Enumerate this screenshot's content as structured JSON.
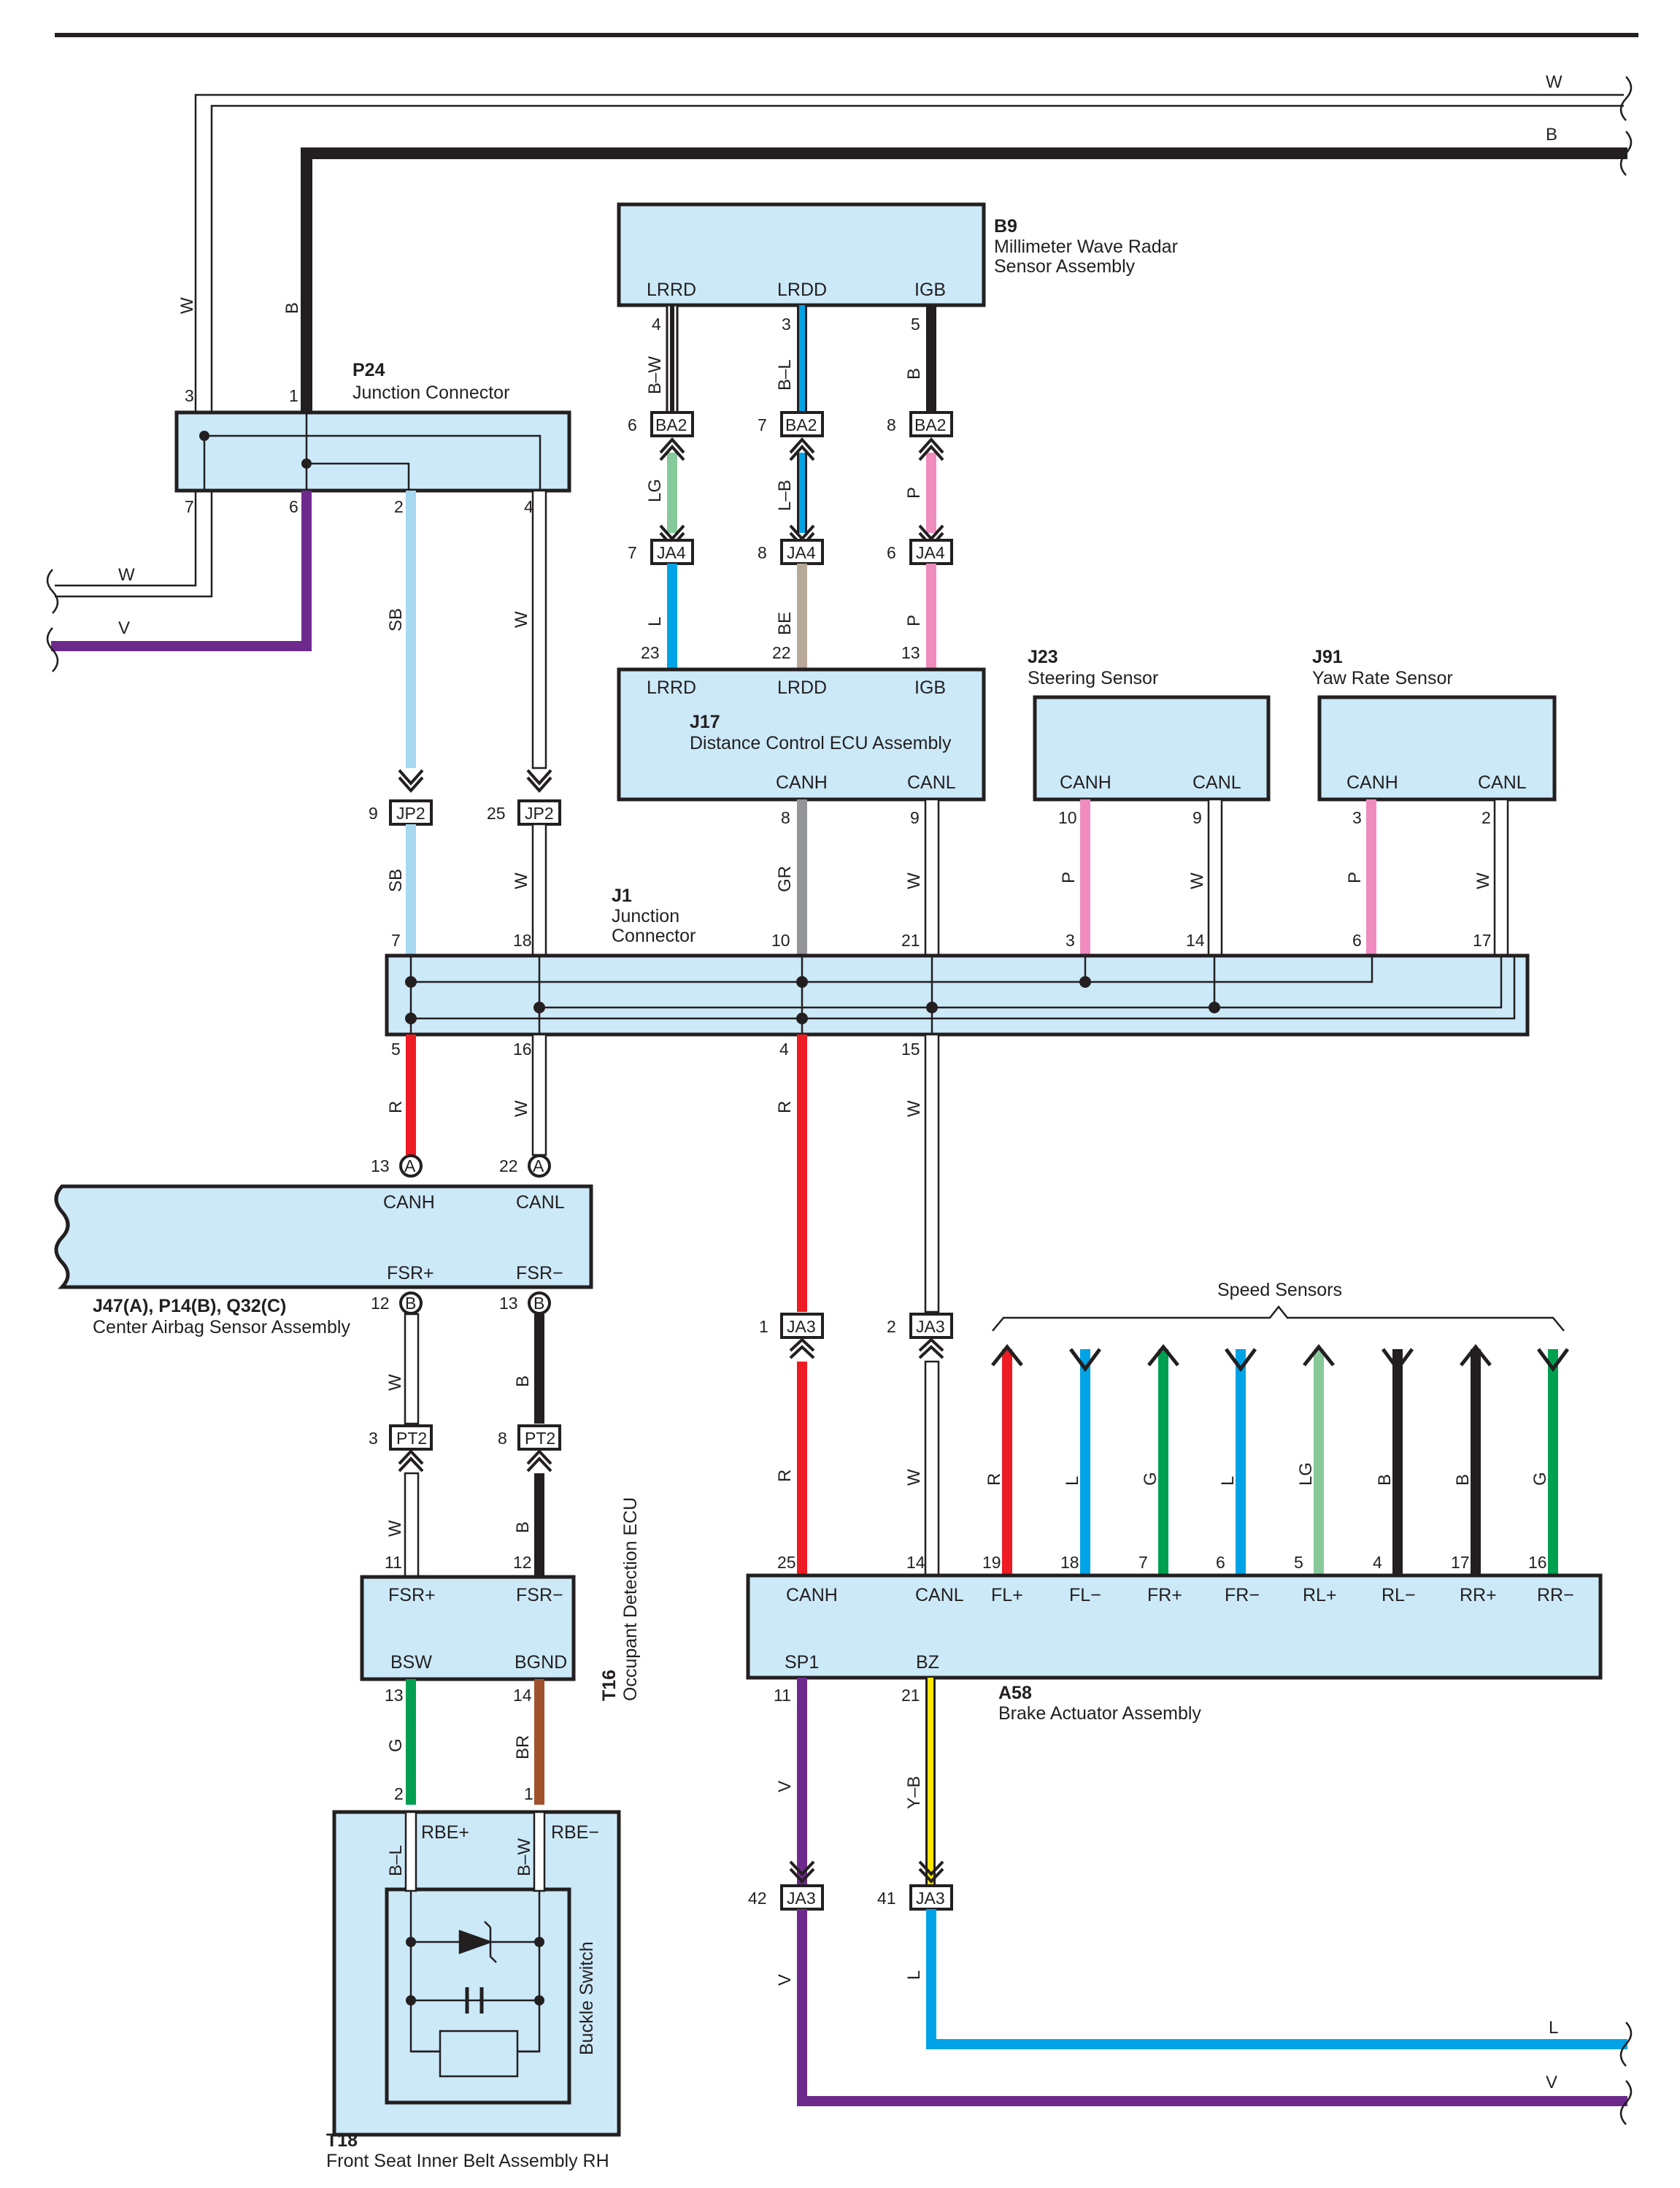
{
  "colors": {
    "W": "#ffffff",
    "B": "#231f20",
    "SB": "#a6d8f0",
    "L": "#00a3e6",
    "V": "#6d2a8c",
    "LG": "#86c99a",
    "BE": "#b8a898",
    "P": "#ef8bbf",
    "GR": "#939598",
    "R": "#ed1c24",
    "G": "#00a050",
    "BR": "#a0522d",
    "Y": "#ffe600",
    "component_fill": "#cce9f8"
  },
  "components": {
    "B9": {
      "id": "B9",
      "name1": "Millimeter Wave Radar",
      "name2": "Sensor Assembly",
      "pins": [
        "LRRD",
        "LRDD",
        "IGB"
      ]
    },
    "P24": {
      "id": "P24",
      "name": "Junction Connector"
    },
    "J17": {
      "id": "J17",
      "name": "Distance Control ECU Assembly",
      "pins_top": [
        "LRRD",
        "LRDD",
        "IGB"
      ],
      "pins_bottom": [
        "CANH",
        "CANL"
      ]
    },
    "J23": {
      "id": "J23",
      "name": "Steering Sensor",
      "pins": [
        "CANH",
        "CANL"
      ]
    },
    "J91": {
      "id": "J91",
      "name": "Yaw Rate Sensor",
      "pins": [
        "CANH",
        "CANL"
      ]
    },
    "J1": {
      "id": "J1",
      "name1": "Junction",
      "name2": "Connector"
    },
    "J47": {
      "id": "J47(A), P14(B), Q32(C)",
      "name": "Center Airbag Sensor Assembly",
      "pins": [
        "CANH",
        "CANL",
        "FSR+",
        "FSR−"
      ]
    },
    "T16": {
      "id": "T16",
      "name": "Occupant Detection ECU",
      "pins": [
        "FSR+",
        "FSR−",
        "BSW",
        "BGND"
      ]
    },
    "T18": {
      "id": "T18",
      "name": "Front Seat Inner Belt Assembly RH",
      "pins": [
        "RBE+",
        "RBE−"
      ],
      "inner": "Buckle Switch"
    },
    "A58": {
      "id": "A58",
      "name": "Brake Actuator Assembly",
      "pins_top": [
        "CANH",
        "CANL",
        "FL+",
        "FL−",
        "FR+",
        "FR−",
        "RL+",
        "RL−",
        "RR+",
        "RR−"
      ],
      "pins_bottom": [
        "SP1",
        "BZ"
      ]
    }
  },
  "speed_sensors_label": "Speed Sensors",
  "connectors": {
    "BA2": "BA2",
    "JA4": "JA4",
    "JP2": "JP2",
    "JA3": "JA3",
    "PT2": "PT2",
    "A": "A",
    "B": "B"
  },
  "pin_numbers": {
    "b9": [
      "4",
      "3",
      "5"
    ],
    "ba2": [
      "6",
      "7",
      "8"
    ],
    "ja4": [
      "7",
      "8",
      "6"
    ],
    "j17top": [
      "23",
      "22",
      "13"
    ],
    "p24": [
      "3",
      "1",
      "7",
      "6",
      "2",
      "4"
    ],
    "jp2": [
      "9",
      "25"
    ],
    "j17bot": [
      "8",
      "9"
    ],
    "j23": [
      "10",
      "9"
    ],
    "j91": [
      "3",
      "2"
    ],
    "j1top": [
      "7",
      "18",
      "10",
      "21",
      "3",
      "14",
      "6",
      "17"
    ],
    "j1bot": [
      "5",
      "16",
      "4",
      "15"
    ],
    "airbag_a": [
      "13",
      "22"
    ],
    "airbag_b": [
      "12",
      "13"
    ],
    "pt2": [
      "3",
      "8"
    ],
    "t16top": [
      "11",
      "12"
    ],
    "t16bot": [
      "13",
      "14"
    ],
    "t18": [
      "2",
      "1"
    ],
    "ja3top": [
      "1",
      "2"
    ],
    "a58top": [
      "25",
      "14",
      "19",
      "18",
      "7",
      "6",
      "5",
      "4",
      "17",
      "16"
    ],
    "a58bot": [
      "11",
      "21"
    ],
    "ja3bot": [
      "42",
      "41"
    ]
  },
  "wire_labels": {
    "top_w": "W",
    "top_b": "B",
    "p24_w": "W",
    "p24_b": "B",
    "left_w": "W",
    "left_v": "V",
    "b9": [
      "B–W",
      "B–L",
      "B"
    ],
    "ba2_ja4": [
      "LG",
      "L–B",
      "P"
    ],
    "ja4_j17": [
      "L",
      "BE",
      "P"
    ],
    "p24_down": [
      "SB",
      "W"
    ],
    "jp2_j1": [
      "SB",
      "W"
    ],
    "j17_j1": [
      "GR",
      "W"
    ],
    "j23_j1": [
      "P",
      "W"
    ],
    "j91_j1": [
      "P",
      "W"
    ],
    "j1_airbag": [
      "R",
      "W"
    ],
    "j1_ja3": [
      "R",
      "W"
    ],
    "airbag_pt2": [
      "W",
      "B"
    ],
    "pt2_t16": [
      "W",
      "B"
    ],
    "ja3_a58": [
      "R",
      "W"
    ],
    "speed": [
      "R",
      "L",
      "G",
      "L",
      "LG",
      "B",
      "B",
      "G"
    ],
    "t16_t18": [
      "G",
      "BR"
    ],
    "t18_inner": [
      "B–L",
      "B–W"
    ],
    "a58_ja3": [
      "V",
      "Y–B"
    ],
    "ja3_down": [
      "V",
      "L"
    ],
    "bottom_l": "L",
    "bottom_v": "V"
  }
}
